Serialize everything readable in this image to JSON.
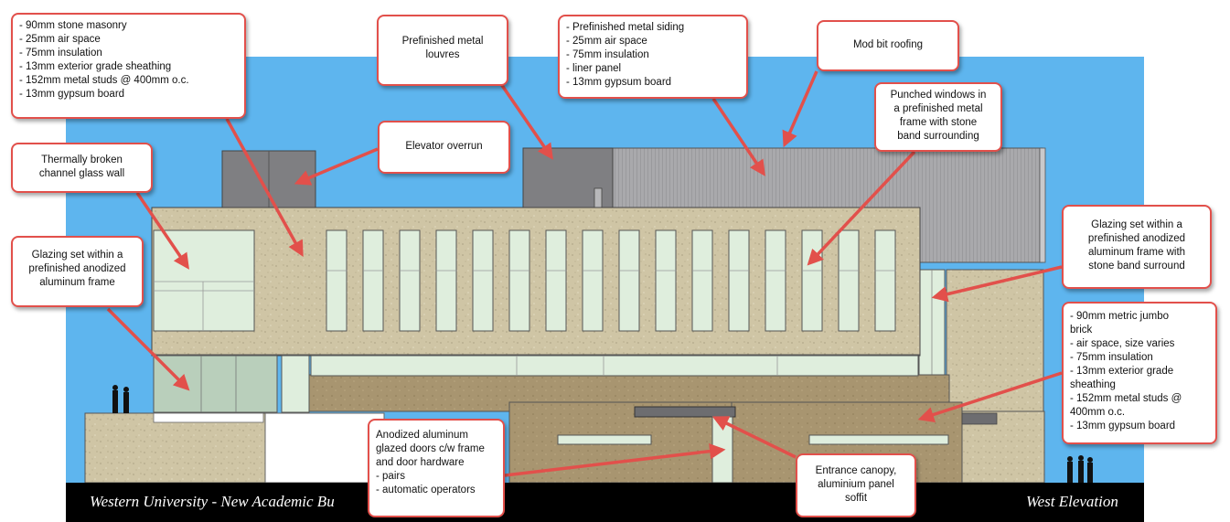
{
  "sheet": {
    "project_title": "Western University - New Academic Bu",
    "view_title": "West Elevation"
  },
  "colors": {
    "sky": "#5eb5ee",
    "ground": "#000000",
    "stone": "#cfc5a5",
    "brick": "#a89570",
    "metal_siding": "#a8a8ab",
    "louvres": "#7f7f82",
    "glazing": "#dfeedd",
    "callout_border": "#e2504b",
    "leader_arrow": "#e2504b"
  },
  "callouts": {
    "stone_wall": {
      "lines": [
        "- 90mm stone masonry",
        "- 25mm air space",
        "- 75mm insulation",
        "- 13mm exterior grade sheathing",
        "- 152mm metal studs @ 400mm o.c.",
        "- 13mm gypsum board"
      ]
    },
    "louvres": {
      "lines": [
        "Prefinished metal",
        "louvres"
      ]
    },
    "metal_siding": {
      "lines": [
        "- Prefinished metal siding",
        "- 25mm air space",
        "- 75mm insulation",
        "- liner panel",
        "- 13mm gypsum board"
      ]
    },
    "roofing": {
      "lines": [
        "Mod bit roofing"
      ]
    },
    "elevator": {
      "lines": [
        "Elevator overrun"
      ]
    },
    "punched_windows": {
      "lines": [
        "Punched windows in",
        "a prefinished metal",
        "frame with stone",
        "band surrounding"
      ]
    },
    "channel_glass": {
      "lines": [
        "Thermally broken",
        "channel glass wall"
      ]
    },
    "glazing_left": {
      "lines": [
        "Glazing set within a",
        "prefinished anodized",
        "aluminum frame"
      ]
    },
    "glazing_right": {
      "lines": [
        "Glazing set within a",
        "prefinished anodized",
        "aluminum frame with",
        "stone band surround"
      ]
    },
    "brick_wall": {
      "lines": [
        "- 90mm metric jumbo",
        "brick",
        "- air space, size varies",
        "- 75mm insulation",
        "- 13mm exterior grade",
        "sheathing",
        "- 152mm metal studs @",
        "400mm o.c.",
        "   - 13mm gypsum board"
      ]
    },
    "doors": {
      "lines": [
        "Anodized aluminum",
        "glazed doors c/w frame",
        "and door hardware",
        "- pairs",
        "- automatic operators"
      ]
    },
    "canopy": {
      "lines": [
        "Entrance canopy,",
        "aluminium panel",
        "soffit"
      ]
    }
  }
}
